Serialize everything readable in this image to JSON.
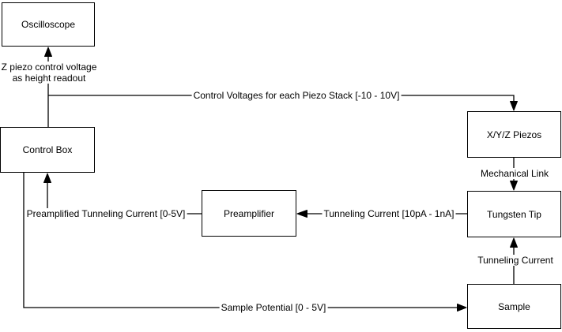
{
  "diagram": {
    "type": "block-diagram",
    "background": "#ffffff",
    "stroke_color": "#000000",
    "node_fill": "#ffffff",
    "text_color": "#000000",
    "nodes": {
      "oscilloscope": {
        "label": "Oscilloscope"
      },
      "control_box": {
        "label": "Control Box"
      },
      "xyz_piezos": {
        "label": "X/Y/Z Piezos"
      },
      "tungsten_tip": {
        "label": "Tungsten Tip"
      },
      "preamplifier": {
        "label": "Preamplifier"
      },
      "sample": {
        "label": "Sample"
      }
    },
    "edges": {
      "z_piezo_readout": {
        "from": "control_box",
        "to": "oscilloscope",
        "label_line1": "Z piezo control voltage",
        "label_line2": "as height readout"
      },
      "control_voltages": {
        "from": "control_box",
        "to": "xyz_piezos",
        "label": "Control Voltages for each Piezo Stack [-10 - 10V]"
      },
      "mechanical_link": {
        "from": "xyz_piezos",
        "to": "tungsten_tip",
        "label": "Mechanical Link"
      },
      "tunneling_current_tip": {
        "from": "tungsten_tip",
        "to": "preamplifier",
        "label": "Tunneling Current [10pA - 1nA]"
      },
      "preamplified_current": {
        "from": "preamplifier",
        "to": "control_box",
        "label": "Preamplified Tunneling Current [0-5V]"
      },
      "tunneling_current_sample": {
        "from": "sample",
        "to": "tungsten_tip",
        "label": "Tunneling Current"
      },
      "sample_potential": {
        "from": "control_box",
        "to": "sample",
        "label": "Sample Potential [0 - 5V]"
      }
    }
  }
}
